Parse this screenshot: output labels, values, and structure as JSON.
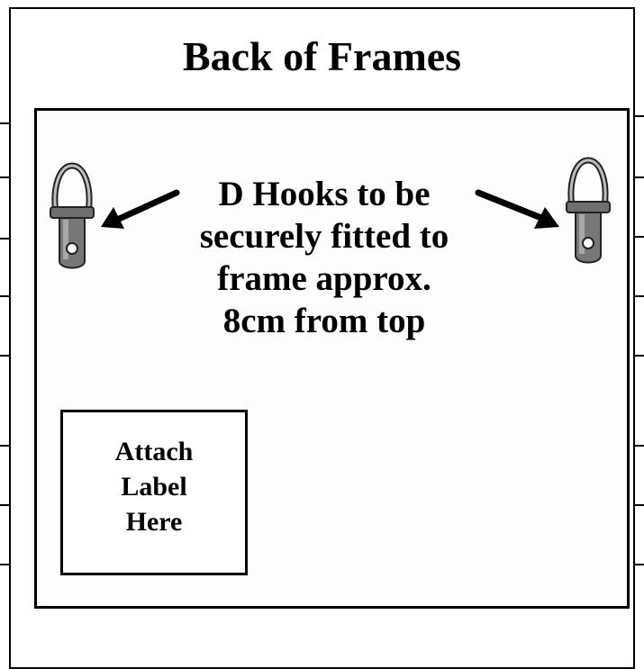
{
  "title": "Back of Frames",
  "note": {
    "lines": [
      "D Hooks to be",
      "securely fitted to",
      "frame approx.",
      "8cm from top"
    ]
  },
  "label_box": {
    "lines": [
      "Attach",
      "Label",
      "Here"
    ]
  },
  "icons": {
    "hook_left": "d-hook-icon",
    "hook_right": "d-hook-icon",
    "arrow_left": "arrow-left-icon",
    "arrow_right": "arrow-right-icon"
  },
  "colors": {
    "ink": "#000000",
    "background": "#ffffff",
    "hook_metal": "#8a8a8a"
  }
}
